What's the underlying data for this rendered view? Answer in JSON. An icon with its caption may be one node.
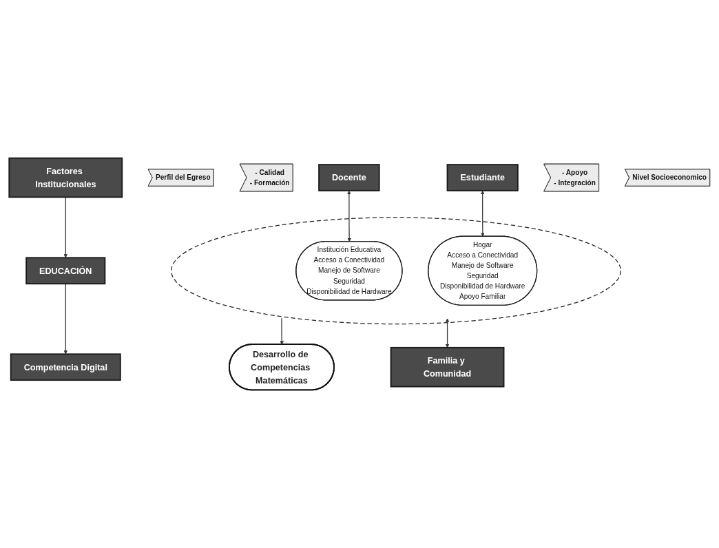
{
  "diagram": {
    "nodes": [
      {
        "text": [
          "Factores Institucionales"
        ]
      },
      {
        "text": [
          "Perfil del Egreso"
        ]
      },
      {
        "text": [
          "EDUCACIÓN"
        ]
      },
      {
        "text": [
          "Competencia Digital"
        ]
      },
      {
        "text": [
          "- Calidad",
          "- Formación"
        ]
      },
      {
        "text": [
          "Docente"
        ]
      },
      {
        "text": [],
        "shape": "circle"
      },
      {
        "text": [
          "Institución Educativa",
          "Acceso a Conectividad",
          "Manejo de Software",
          "Seguridad",
          "Disponibilidad de Hardware"
        ],
        "in": 6
      },
      {
        "text": [
          "Estudiante"
        ]
      },
      {
        "text": [
          "Hogar",
          "Acceso a Conectividad",
          "Manejo de Software",
          "Seguridad",
          "Disponibilidad de Hardware",
          "Apoyo Familiar"
        ],
        "in": 6
      },
      {
        "text": [
          "Desarrollo de Competencias Matemáticas"
        ]
      },
      {
        "text": [
          "- Apoyo",
          "- Integración"
        ]
      },
      {
        "text": [
          "Familia y Comunidad"
        ]
      },
      {
        "text": [
          "Nivel Socioeconomico"
        ]
      }
    ],
    "edges": [
      {
        "from": 0,
        "to": 2,
        "arrow": "to"
      },
      {
        "from": 2,
        "to": 3,
        "arrow": "to"
      },
      {
        "from": 5,
        "to": 7,
        "arrow": "both"
      },
      {
        "from": 8,
        "to": 9,
        "arrow": "both"
      },
      {
        "from": 6,
        "to": 10,
        "arrow": "to"
      },
      {
        "from": 6,
        "to": 12,
        "arrow": "both"
      }
    ]
  }
}
